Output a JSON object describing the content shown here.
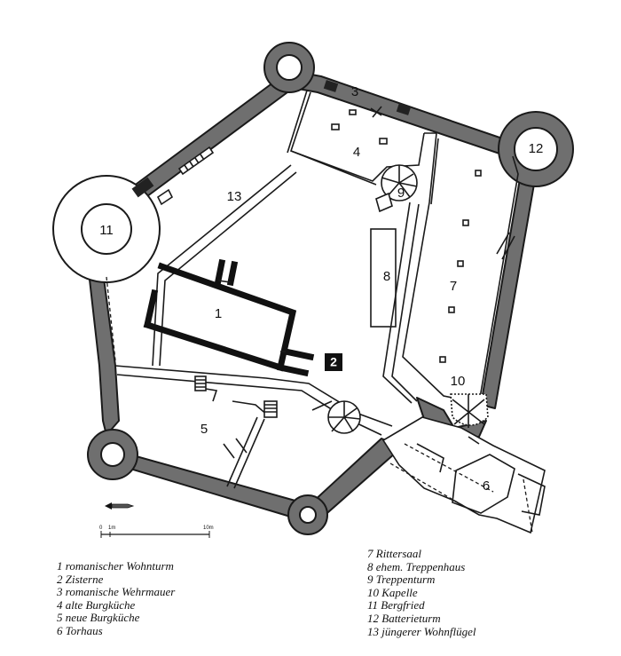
{
  "plan": {
    "markers": {
      "m1": "1",
      "m2": "2",
      "m3": "3",
      "m4": "4",
      "m5": "5",
      "m6": "6",
      "m7": "7",
      "m8": "8",
      "m9": "9",
      "m10": "10",
      "m11": "11",
      "m12": "12",
      "m13": "13"
    },
    "scale": {
      "start": "0",
      "mid": "1m",
      "end": "10m"
    }
  },
  "legend": {
    "left": [
      "1  romanischer Wohnturm",
      "2  Zisterne",
      "3  romanische Wehrmauer",
      "4  alte Burgküche",
      "5  neue Burgküche",
      "6  Torhaus"
    ],
    "right": [
      "7  Rittersaal",
      "8  ehem. Treppenhaus",
      "9  Treppenturm",
      "10  Kapelle",
      "11  Bergfried",
      "12  Batterieturm",
      "13  jüngerer Wohnflügel"
    ]
  }
}
